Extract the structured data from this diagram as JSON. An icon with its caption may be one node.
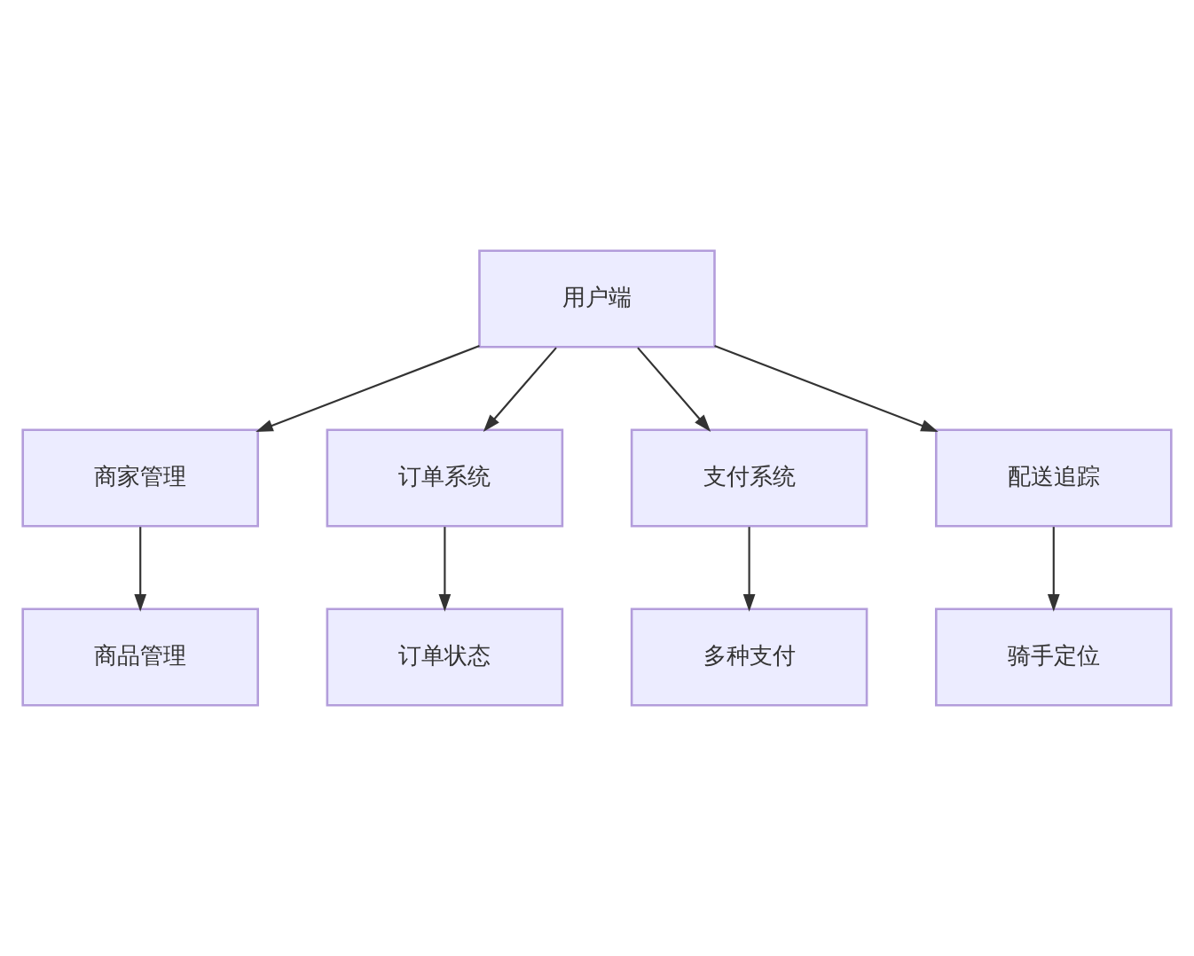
{
  "diagram": {
    "nodes": [
      {
        "text": [
          "用户端"
        ]
      },
      {
        "text": [
          "商家管理"
        ]
      },
      {
        "text": [
          "订单系统"
        ]
      },
      {
        "text": [
          "支付系统"
        ]
      },
      {
        "text": [
          "配送追踪"
        ]
      },
      {
        "text": [
          "商品管理"
        ]
      },
      {
        "text": [
          "订单状态"
        ]
      },
      {
        "text": [
          "多种支付"
        ]
      },
      {
        "text": [
          "骑手定位"
        ]
      }
    ],
    "edges": [
      {
        "from": 0,
        "to": 1,
        "arrow": "to"
      },
      {
        "from": 0,
        "to": 2,
        "arrow": "to"
      },
      {
        "from": 0,
        "to": 3,
        "arrow": "to"
      },
      {
        "from": 0,
        "to": 4,
        "arrow": "to"
      },
      {
        "from": 1,
        "to": 5,
        "arrow": "to"
      },
      {
        "from": 2,
        "to": 6,
        "arrow": "to"
      },
      {
        "from": 3,
        "to": 7,
        "arrow": "to"
      },
      {
        "from": 4,
        "to": 8,
        "arrow": "to"
      }
    ]
  }
}
